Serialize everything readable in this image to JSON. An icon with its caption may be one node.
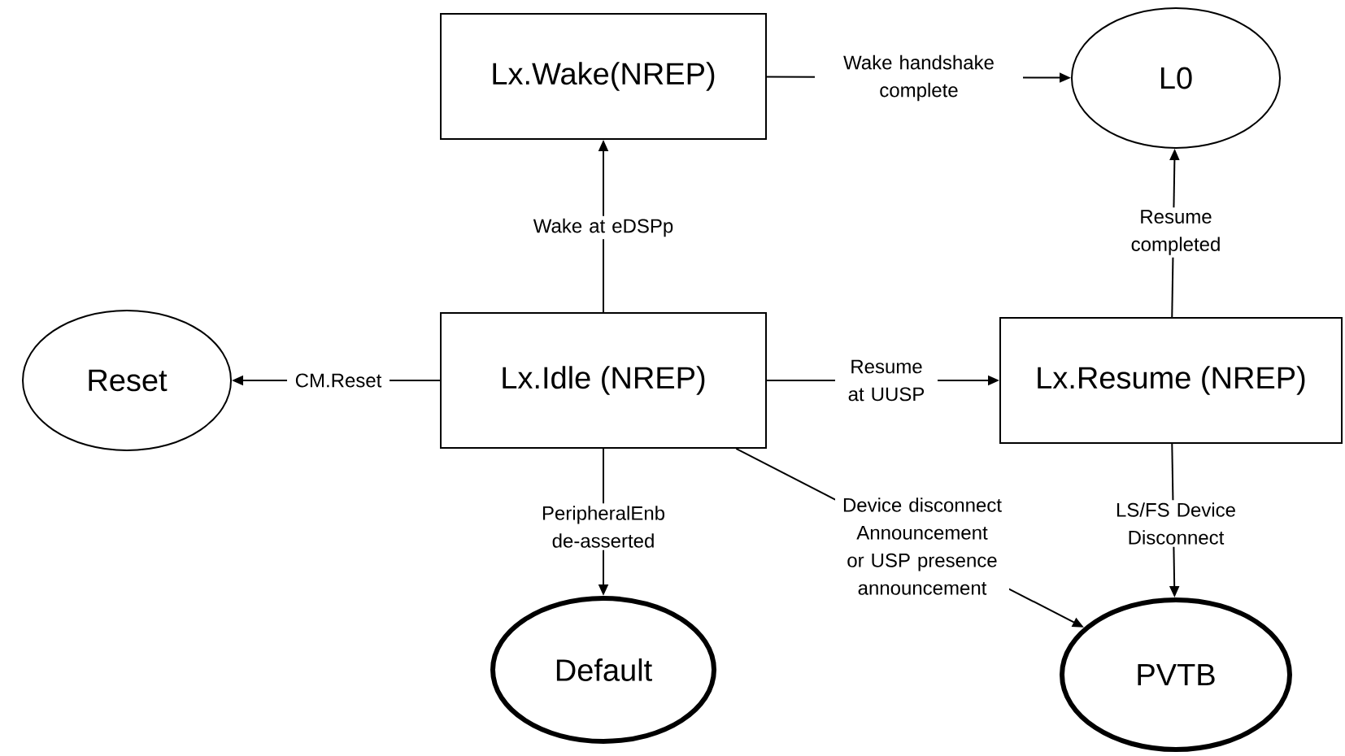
{
  "diagram": {
    "nodes": [
      {
        "text": [
          "Lx.Wake(NREP)"
        ]
      },
      {
        "text": [
          "L0"
        ]
      },
      {
        "text": [
          "Reset"
        ]
      },
      {
        "text": [
          "Lx.Idle (NREP)"
        ]
      },
      {
        "text": [
          "Lx.Resume (NREP)"
        ]
      },
      {
        "text": [
          "Default"
        ]
      },
      {
        "text": [
          "PVTB"
        ]
      }
    ],
    "edges": [
      {
        "from": 3,
        "to": 0,
        "arrow": "to",
        "label": "Wake at eDSPp"
      },
      {
        "from": 0,
        "to": 1,
        "arrow": "to",
        "label": "Wake handshake complete"
      },
      {
        "from": 3,
        "to": 2,
        "arrow": "to",
        "label": "CM.Reset"
      },
      {
        "from": 3,
        "to": 4,
        "arrow": "to",
        "label": "Resume at UUSP"
      },
      {
        "from": 4,
        "to": 1,
        "arrow": "to",
        "label": "Resume completed"
      },
      {
        "from": 3,
        "to": 5,
        "arrow": "to",
        "label": "PeripheralEnb de-asserted"
      },
      {
        "from": 3,
        "to": 6,
        "arrow": "to",
        "label": "Device disconnect Announcement or USP presence announcement"
      },
      {
        "from": 4,
        "to": 6,
        "arrow": "to",
        "label": "LS/FS Device Disconnect"
      }
    ]
  }
}
